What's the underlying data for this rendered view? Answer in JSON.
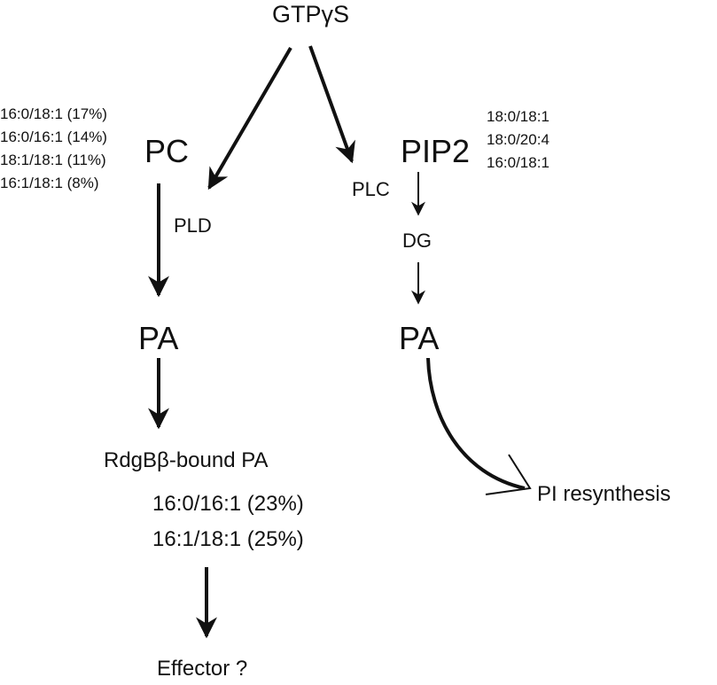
{
  "start": "GTPγS",
  "left": {
    "substrate": "PC",
    "species": [
      "16:0/18:1 (17%)",
      "16:0/16:1 (14%)",
      "18:1/18:1 (11%)",
      "16:1/18:1 (8%)"
    ],
    "enzyme": "PLD",
    "product": "PA",
    "bound_title": "RdgBβ-bound PA",
    "bound_species": [
      "16:0/16:1 (23%)",
      "16:1/18:1 (25%)"
    ],
    "effector": "Effector ?"
  },
  "right": {
    "substrate": "PIP2",
    "species": [
      "18:0/18:1",
      "18:0/20:4",
      "16:0/18:1"
    ],
    "enzyme": "PLC",
    "intermediate": "DG",
    "product": "PA",
    "fate": "PI resynthesis"
  },
  "colors": {
    "ink": "#111111",
    "background": "#ffffff"
  }
}
